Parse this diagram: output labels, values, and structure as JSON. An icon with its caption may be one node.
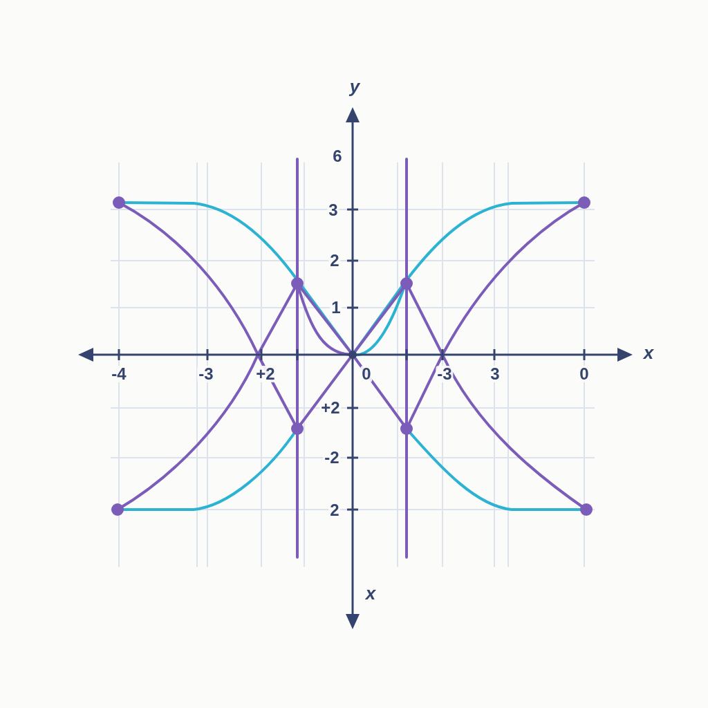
{
  "diagram": {
    "labels": [
      "y",
      "6",
      "3",
      "2",
      "1",
      "x",
      "-4",
      "-3",
      "+2",
      "0",
      "-3",
      "3",
      "0",
      "+2",
      "-2",
      "2",
      "x"
    ]
  }
}
